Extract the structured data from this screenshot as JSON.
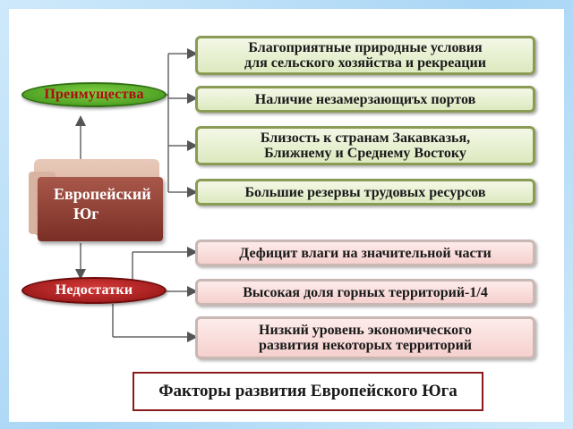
{
  "center": {
    "line1": "Европейский",
    "line2": "Юг"
  },
  "advantages": {
    "label": "Преимущества",
    "items": [
      {
        "line1": "Благоприятные природные условия",
        "line2": "для сельского хозяйства и рекреации"
      },
      {
        "line1": "Наличие незамерзающиъх портов",
        "line2": ""
      },
      {
        "line1": "Близость к странам Закавказья,",
        "line2": "Ближнему и Среднему Востоку"
      },
      {
        "line1": "Большие резервы трудовых ресурсов",
        "line2": ""
      }
    ]
  },
  "disadvantages": {
    "label": "Недостатки",
    "items": [
      {
        "line1": "Дефицит влаги на значительной части",
        "line2": ""
      },
      {
        "line1": "Высокая доля горных территорий-1/4",
        "line2": ""
      },
      {
        "line1": "Низкий уровень экономического",
        "line2": "развития некоторых территорий"
      }
    ]
  },
  "caption": "Факторы развития Европейского Юга",
  "colors": {
    "advantage_pill": "#3d8f1a",
    "advantage_text": "#a80e12",
    "disadvantage_pill": "#b01e1e",
    "advantage_box_border": "#8a9b55",
    "disadvantage_box_border": "#c9b7b4",
    "caption_border": "#8b1a1a"
  }
}
